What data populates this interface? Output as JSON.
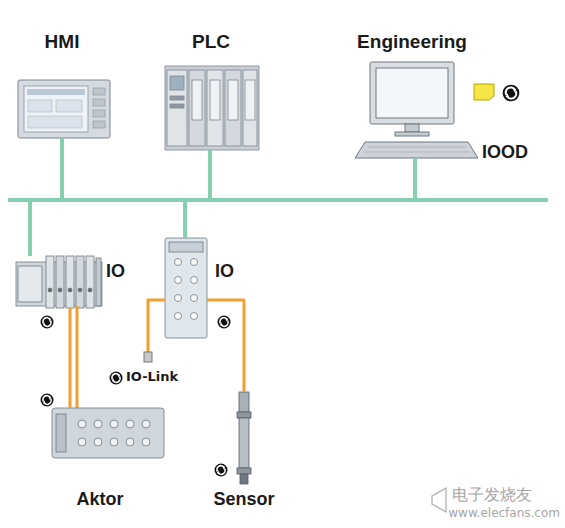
{
  "diagram": {
    "nodes": [
      {
        "text": [
          "HMI"
        ]
      },
      {
        "text": [
          "PLC"
        ]
      },
      {
        "text": [
          "Engineering",
          "IOOD"
        ]
      },
      {
        "text": [
          "IO"
        ]
      },
      {
        "text": [
          "IO"
        ]
      },
      {
        "text": [
          "Aktor"
        ]
      },
      {
        "text": [
          "Sensor"
        ]
      }
    ],
    "edges": [
      {
        "from": 1,
        "to": 0,
        "arrow": "none"
      },
      {
        "from": 1,
        "to": 2,
        "arrow": "none"
      },
      {
        "from": 1,
        "to": 3,
        "arrow": "none"
      },
      {
        "from": 1,
        "to": 4,
        "arrow": "none"
      },
      {
        "from": 3,
        "to": 5,
        "arrow": "none"
      },
      {
        "from": 4,
        "to": 6,
        "arrow": "none"
      }
    ],
    "labels": [
      "IO-Link",
      "电子发烧友",
      "www.elecfans.com"
    ]
  }
}
